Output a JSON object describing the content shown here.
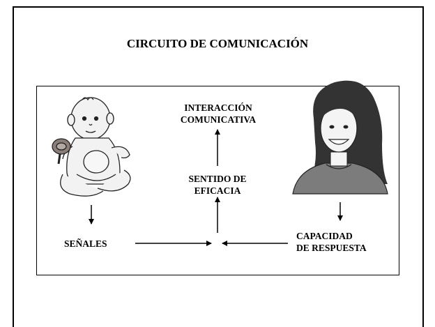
{
  "title": "CIRCUITO DE COMUNICACIÓN",
  "nodes": {
    "interaccion_l1": "INTERACCIÓN",
    "interaccion_l2": "COMUNICATIVA",
    "sentido_l1": "SENTIDO DE",
    "sentido_l2": "EFICACIA",
    "senales": "SEÑALES",
    "capacidad_l1": "CAPACIDAD",
    "capacidad_l2": "DE RESPUESTA"
  },
  "icons": {
    "baby": "baby-illustration",
    "woman": "woman-illustration"
  }
}
